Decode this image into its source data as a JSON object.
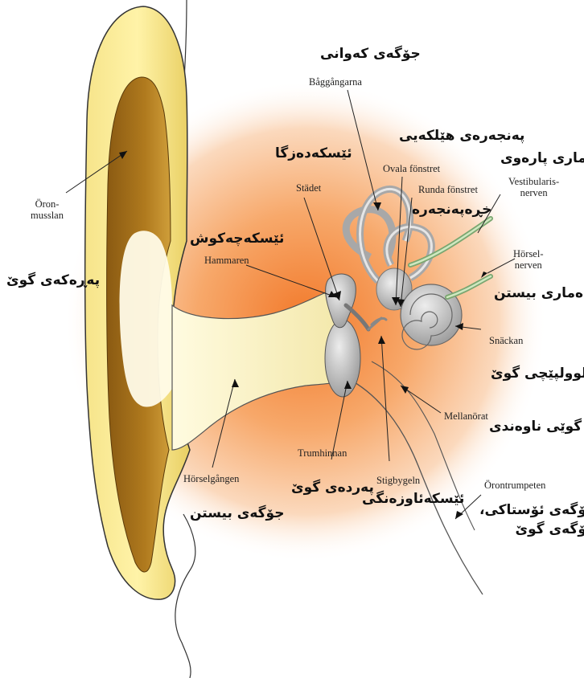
{
  "diagram": {
    "labels": {
      "pinna_sv": "Öron-\nmusslan",
      "pinna_ku": "پەڕەکەی گوێ",
      "canals_ku": "جۆگەی کەوانی",
      "canals_sv": "Båggångarna",
      "incus_ku": "ئێسکەدەزگا",
      "incus_sv": "Städet",
      "oval_ku": "پەنجەرەی هێلکەیی",
      "oval_sv": "Ovala fönstret",
      "round_sv": "Runda fönstret",
      "round_ku": "خڕەپەنجەرە",
      "vestnerve_ku": "دەماری پارەوی",
      "vestnerve_sv": "Vestibularis-\nnerven",
      "malleus_ku": "ئێسکەچەکوش",
      "malleus_sv": "Hammaren",
      "cochnerve_sv": "Hörsel-\nnerven",
      "cochnerve_ku": "دەماری بیستن",
      "cochlea_sv": "Snäckan",
      "cochlea_ku": "لوولپێچی گوێ",
      "middle_sv": "Mellanörat",
      "middle_ku": "گوێی ناوەندی",
      "drum_sv": "Trumhinnan",
      "drum_ku": "پەردەی گوێ",
      "stapes_sv": "Stigbygeln",
      "stapes_ku": "ئێسکەئاوزەنگی",
      "canal_sv": "Hörselgången",
      "canal_ku": "جۆگەی بیستن",
      "tube_sv": "Örontrumpeten",
      "tube_ku": "جۆگەی ئۆستاکی،\nجۆگەی گوێ"
    }
  }
}
